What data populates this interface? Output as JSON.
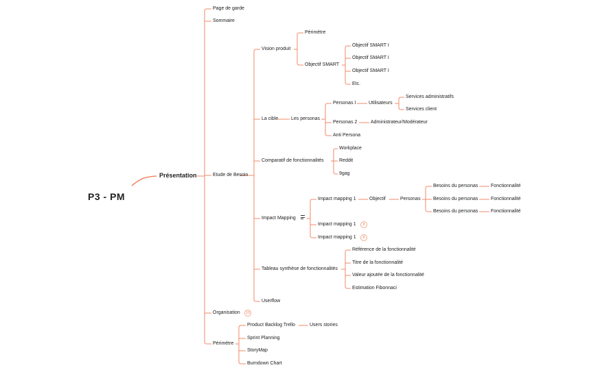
{
  "colors": {
    "line": "#f08a67",
    "text": "#1a1a1a",
    "badge": "#f3a98a"
  },
  "root": {
    "label": "P3 - PM"
  },
  "main": {
    "label": "Présentation"
  },
  "nodes": {
    "page_de_garde": "Page de garde",
    "sommaire": "Sommaire",
    "etude_de_besoin": "Etude de Besoin",
    "vision_produit": "Vision produit",
    "perimetre_vision": "Périmètre",
    "objectif_smart": "Objectif SMART",
    "objectif_smart_1": "Objectif SMART I",
    "objectif_smart_2": "Objectif SMART I",
    "objectif_smart_3": "Objectif SMART I",
    "etc": "Etc.",
    "la_cible": "La cible",
    "les_personas": "Les personas",
    "personas_1": "Personas I",
    "utilisateurs": "Utilisateurs",
    "services_administratifs": "Services administratifs",
    "services_client": "Services client",
    "personas_2": "Personas 2",
    "administrateur": "Administrateur/Modérateur",
    "anti_persona": "Anti Persona",
    "comparatif": "Comparatif de fonctionnalités",
    "workplace": "Workplace",
    "reddit": "Reddit",
    "ninegag": "9gag",
    "impact_mapping": "Impact Mapping",
    "impact_mapping_1a": "Impact mapping 1",
    "objectif": "Objectif",
    "personas": "Personas",
    "besoins_1": "Besoins du personas",
    "besoins_2": "Besoins du personas",
    "besoins_3": "Besoins du personas",
    "fonctionnalite_1": "Fonctionnalité",
    "fonctionnalite_2": "Fonctionnalité",
    "fonctionnalite_3": "Fonctionnalité",
    "impact_mapping_1b": "Impact mapping 1",
    "impact_mapping_1c": "Impact mapping 1",
    "tableau_synthese": "Tableau synthèse de fonctionnalités",
    "reference": "Référence de la fonctionnalité",
    "titre": "Titre de la fonctionnalité",
    "valeur": "Valeur ajoutée de la fonctionnalité",
    "estimation": "Estimation Fibonnaci",
    "userflow": "Userflow",
    "organisation": "Organisation",
    "perimetre": "Périmètre",
    "product_backlog": "Product Backlog Trello",
    "users_stories": "Users stories",
    "sprint_planning": "Sprint Planning",
    "storymap": "StoryMap",
    "burndown": "Burndown Chart"
  },
  "badges": {
    "impact_mapping_1b": "8",
    "impact_mapping_1c": "8",
    "organisation": "10"
  }
}
